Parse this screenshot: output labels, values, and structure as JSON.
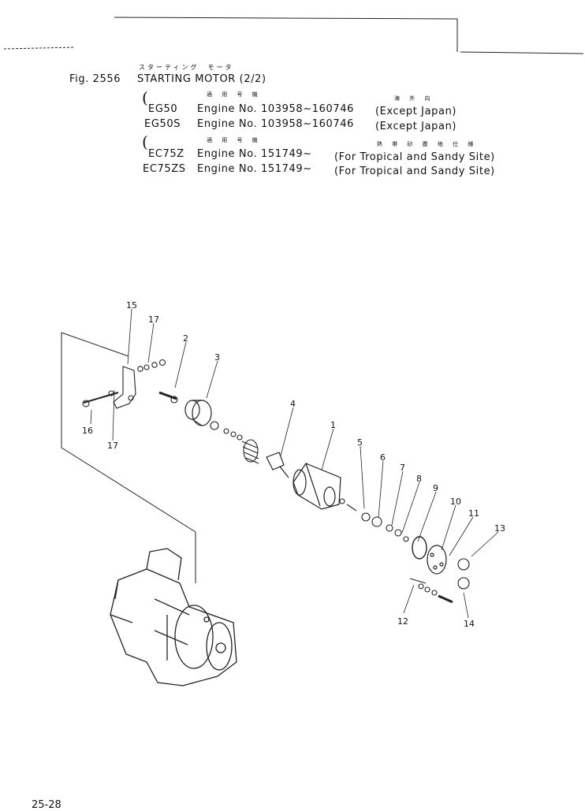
{
  "header": {
    "kana_title": "スターティング　モータ",
    "fig_no": "Fig. 2556",
    "title": "STARTING MOTOR (2/2)",
    "group1_note": "適 用 号 機",
    "group1_region_note": "海 外 向",
    "rows": [
      {
        "model": "EG50",
        "engine": "Engine No. 103958~160746",
        "note": "(Except Japan)"
      },
      {
        "model": "EG50S",
        "engine": "Engine No. 103958~160746",
        "note": "(Except Japan)"
      },
      {
        "model": "EC75Z",
        "engine": "Engine No. 151749~",
        "note": "(For Tropical and Sandy Site)"
      },
      {
        "model": "EC75ZS",
        "engine": "Engine No. 151749~",
        "note": "(For Tropical and Sandy Site)"
      }
    ],
    "group2_note": "適 用 号 機",
    "group2_region_note": "熱 帯 砂 塵 地 仕 様"
  },
  "callouts": [
    "15",
    "17",
    "2",
    "3",
    "16",
    "17",
    "4",
    "1",
    "5",
    "6",
    "7",
    "8",
    "9",
    "10",
    "11",
    "13",
    "12",
    "14"
  ],
  "footer": {
    "page": "25-28"
  }
}
